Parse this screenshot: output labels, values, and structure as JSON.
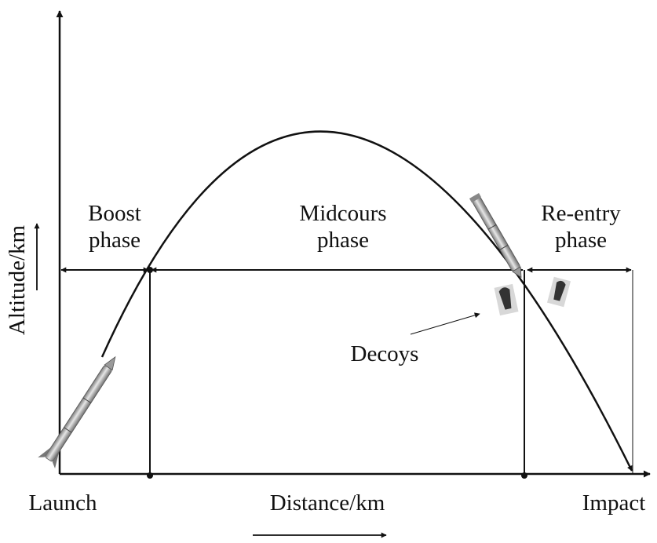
{
  "axes": {
    "y_label": "Altitude/km",
    "x_label": "Distance/km"
  },
  "ground_labels": {
    "launch": "Launch",
    "impact": "Impact"
  },
  "phases": {
    "boost": {
      "line1": "Boost",
      "line2": "phase"
    },
    "midcourse": {
      "line1": "Midcours",
      "line2": "phase"
    },
    "reentry": {
      "line1": "Re-entry",
      "line2": "phase"
    }
  },
  "annotations": {
    "decoys": "Decoys"
  },
  "icons": [
    "missile-icon",
    "decoy-icon"
  ],
  "colors": {
    "ink": "#111111",
    "missile_body": "#b9b9b9"
  }
}
